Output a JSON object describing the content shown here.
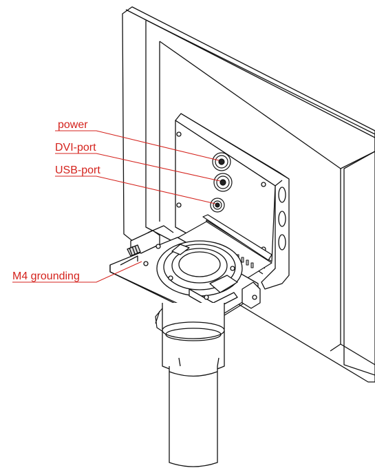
{
  "callouts": {
    "power": "power",
    "dvi": "DVI-port",
    "usb": "USB-port",
    "grounding": "M4 grounding"
  },
  "colors": {
    "accent": "#d4221c",
    "line": "#111111",
    "shade": "#d0d0d0"
  }
}
